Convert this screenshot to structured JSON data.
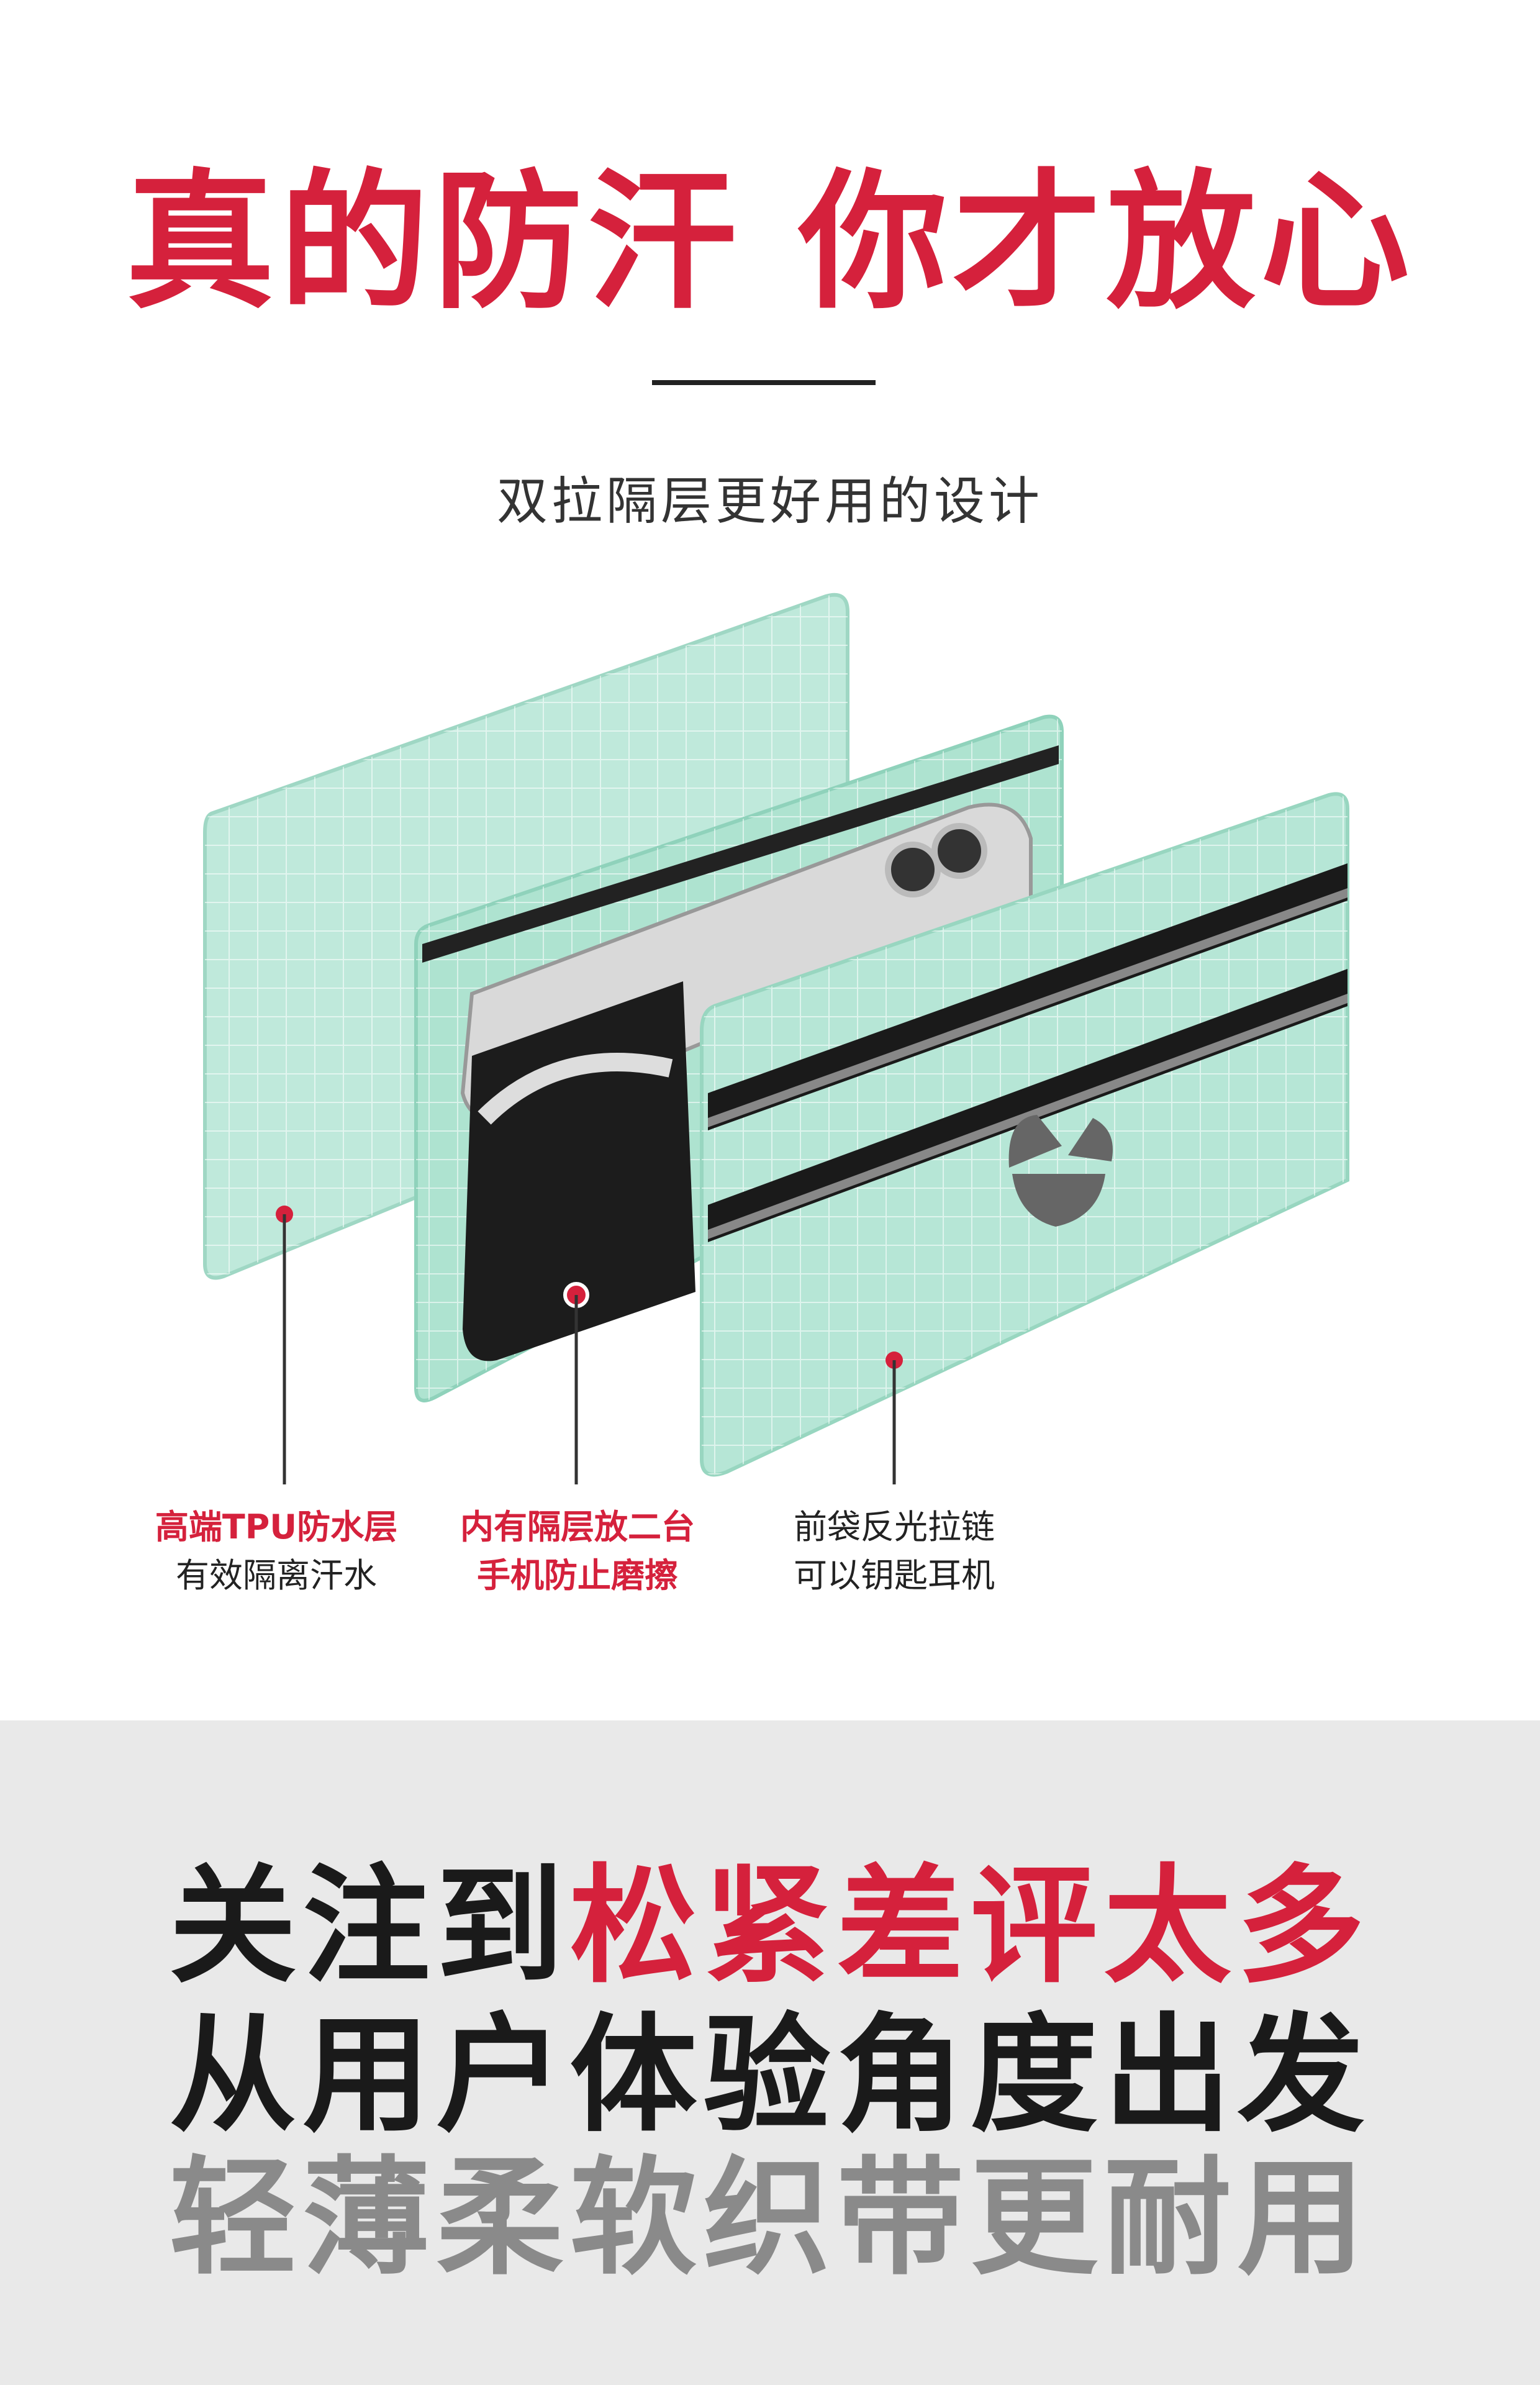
{
  "headline": "真的防汗 你才放心",
  "subtitle": "双拉隔层更好用的设计",
  "callouts": [
    {
      "line1": "高端TPU防水层",
      "line2": "有效隔离汗水"
    },
    {
      "line1": "内有隔层放二台",
      "line2": "手机防止磨擦"
    },
    {
      "line1": "前袋反光拉链",
      "line2": "可以钥匙耳机"
    }
  ],
  "bottom": {
    "line1_black": "关注到",
    "line1_red": "松紧差评太多",
    "line2": "从用户体验角度出发",
    "line3": "轻薄柔软织带更耐用"
  },
  "colors": {
    "accent": "#d5213c",
    "panel": "#b6e6d6",
    "bottom_bg": "#e9e9e9"
  }
}
